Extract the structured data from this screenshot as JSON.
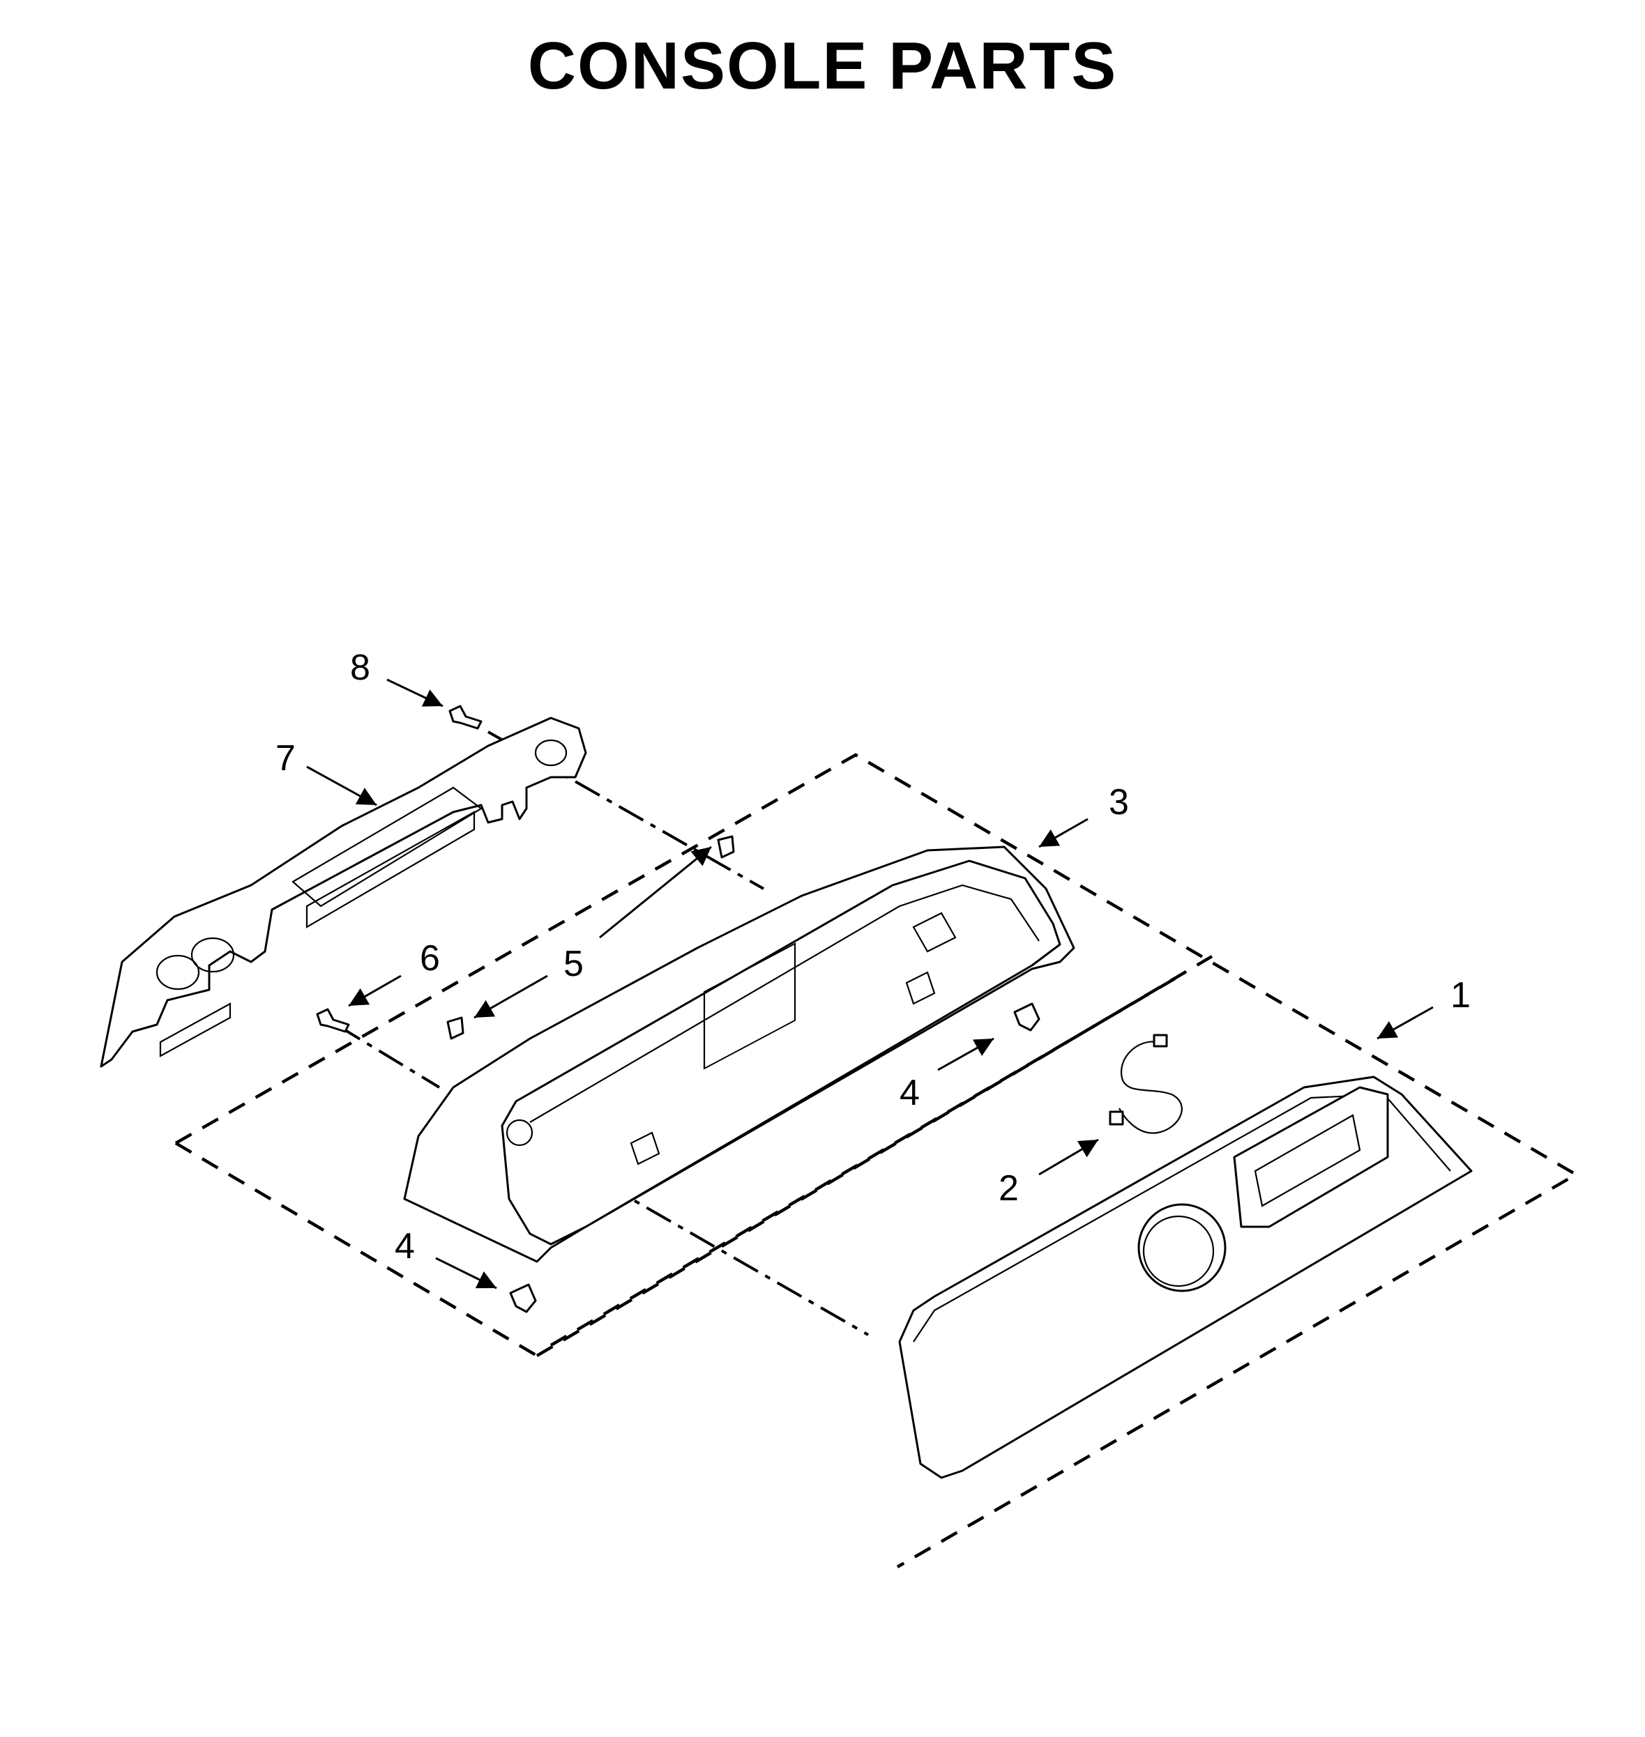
{
  "title": "CONSOLE PARTS",
  "callouts": [
    "1",
    "2",
    "3",
    "4",
    "4",
    "5",
    "6",
    "7",
    "8"
  ]
}
